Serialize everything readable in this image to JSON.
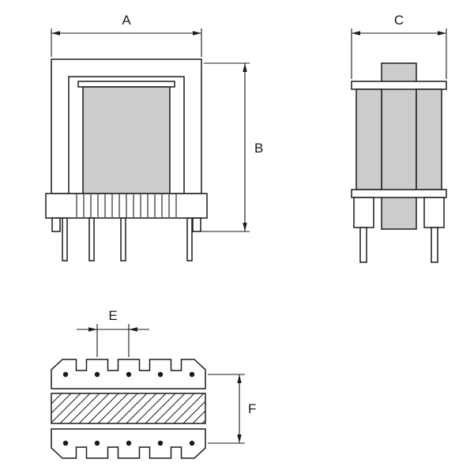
{
  "drawing": {
    "labels": {
      "a": "A",
      "b": "B",
      "c": "C",
      "e": "E",
      "f": "F"
    },
    "colors": {
      "line": "#1a1a1a",
      "part_fill": "#cccccc",
      "background": "#ffffff"
    }
  }
}
